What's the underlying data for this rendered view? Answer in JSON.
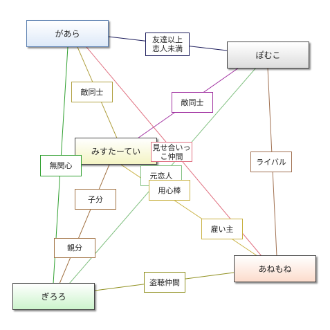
{
  "nodes": {
    "gaara": {
      "name": "があら",
      "fill": "#e6f0fb",
      "border": "#5a7fb0"
    },
    "pomuko": {
      "name": "ぽむこ",
      "fill": "#eeeeee",
      "border": "#555555"
    },
    "misuta": {
      "name": "みすたーてい",
      "fill": "#fafad8",
      "border": "#555555"
    },
    "anemone": {
      "name": "あねもね",
      "fill": "#fde8dc",
      "border": "#555555"
    },
    "giroro": {
      "name": "ぎろろ",
      "fill": "#e2f8e2",
      "border": "#555555"
    }
  },
  "relations": {
    "gaara_pomuko": {
      "label": "友達以上\n恋人未満",
      "color": "#1a1a5a"
    },
    "pomuko_misuta": {
      "label": "敵同士",
      "color": "#a030a0"
    },
    "gaara_misuta": {
      "label": "敵同士",
      "color": "#b0a040"
    },
    "gaara_giroro": {
      "label": "無関心",
      "color": "#30a030"
    },
    "gaara_anemone": {
      "label": "見せ合いっ\nこ仲間",
      "color": "#e07080"
    },
    "pomuko_giroro": {
      "label": "元恋人",
      "color": "#80c080"
    },
    "pomuko_anemone": {
      "label": "ライバル",
      "color": "#a07050"
    },
    "misuta_anemone": {
      "label": "用心棒",
      "color": "#c8b040"
    },
    "misuta_giroro": {
      "label": "子分",
      "color": "#a07040"
    },
    "anemone_misuta": {
      "label": "雇い主",
      "color": "#c8b040"
    },
    "giroro_misuta": {
      "label": "親分",
      "color": "#a07040"
    },
    "giroro_anemone": {
      "label": "盗聴仲間",
      "color": "#909020"
    }
  }
}
